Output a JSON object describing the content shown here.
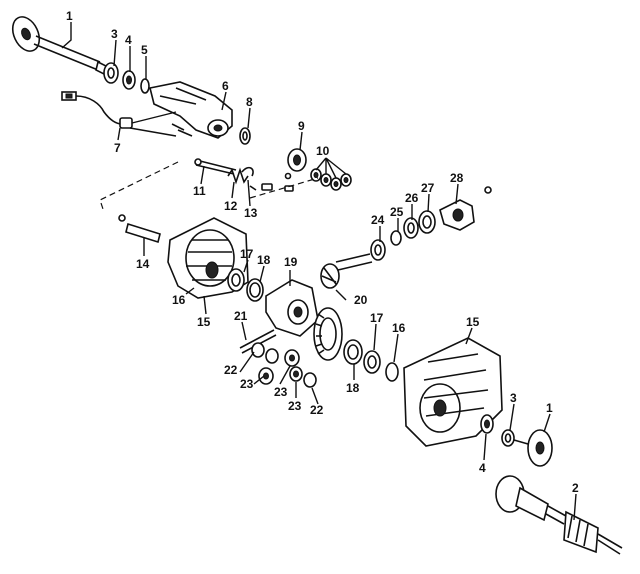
{
  "callouts": {
    "c1a": "1",
    "c3a": "3",
    "c4a": "4",
    "c5": "5",
    "c6": "6",
    "c8": "8",
    "c7": "7",
    "c9": "9",
    "c10": "10",
    "c11": "11",
    "c12": "12",
    "c13": "13",
    "c28": "28",
    "c27": "27",
    "c26": "26",
    "c25": "25",
    "c24": "24",
    "c14": "14",
    "c17a": "17",
    "c18a": "18",
    "c19": "19",
    "c16a": "16",
    "c15a": "15",
    "c20": "20",
    "c21": "21",
    "c17b": "17",
    "c16b": "16",
    "c15b": "15",
    "c22a": "22",
    "c23a": "23",
    "c23b": "23",
    "c23c": "23",
    "c22b": "22",
    "c18b": "18",
    "c3b": "3",
    "c1b": "1",
    "c4b": "4",
    "c2": "2"
  }
}
